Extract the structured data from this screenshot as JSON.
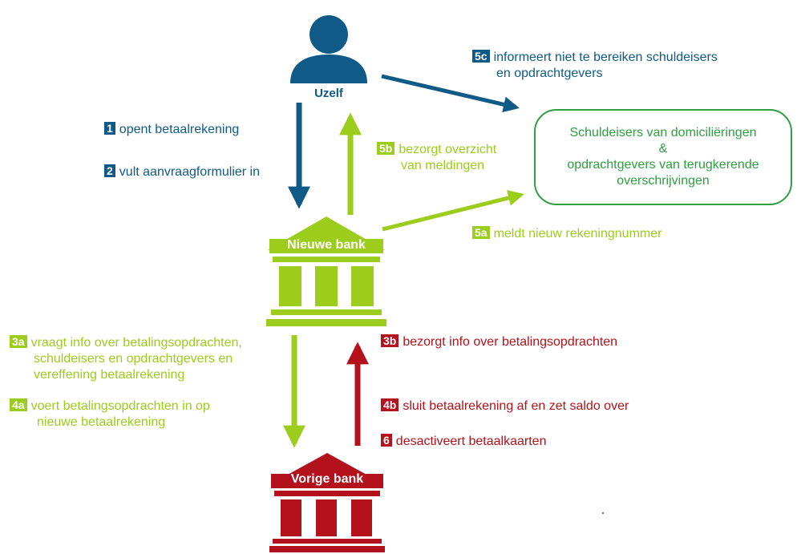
{
  "colors": {
    "blue": "#0f5a86",
    "green": "#9ccc1c",
    "red": "#b3111b",
    "box": "#2e9e41"
  },
  "actors": {
    "self": {
      "label": "Uzelf",
      "icon": "person-icon"
    },
    "new_bank": {
      "label": "Nieuwe bank",
      "icon": "bank-icon"
    },
    "previous_bank": {
      "label": "Vorige bank",
      "icon": "bank-icon"
    },
    "creditors": {
      "line1": "Schuldeisers van domiciliëringen",
      "line2": "&",
      "line3": "opdrachtgevers van terugkerende",
      "line4": "overschrijvingen"
    }
  },
  "steps": {
    "s1": {
      "badge": "1",
      "text": "opent betaalrekening"
    },
    "s2": {
      "badge": "2",
      "text": "vult aanvraagformulier in"
    },
    "s5a": {
      "badge": "5a",
      "text": "meldt nieuw rekeningnummer"
    },
    "s5b": {
      "badge": "5b",
      "line1": "bezorgt overzicht",
      "line2": "van meldingen"
    },
    "s5c": {
      "badge": "5c",
      "line1": "informeert niet te bereiken schuldeisers",
      "line2": "en opdrachtgevers"
    },
    "s3a": {
      "badge": "3a",
      "line1": "vraagt info over betalingsopdrachten,",
      "line2": "schuldeisers en opdrachtgevers en",
      "line3": "vereffening betaalrekening"
    },
    "s4a": {
      "badge": "4a",
      "line1": "voert betalingsopdrachten in op",
      "line2": "nieuwe betaalrekening"
    },
    "s3b": {
      "badge": "3b",
      "text": "bezorgt info over betalingsopdrachten"
    },
    "s4b": {
      "badge": "4b",
      "text": "sluit betaalrekening af en zet saldo over"
    },
    "s6": {
      "badge": "6",
      "text": "desactiveert betaalkaarten"
    }
  }
}
